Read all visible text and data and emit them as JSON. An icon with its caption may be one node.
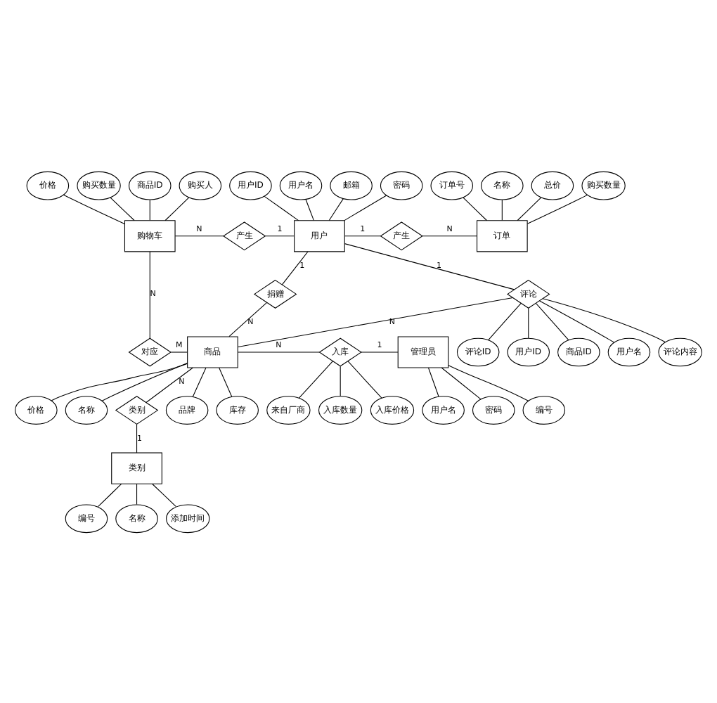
{
  "diagram": {
    "nodes": [
      {
        "text": [
          "价格"
        ]
      },
      {
        "text": [
          "购买数量"
        ]
      },
      {
        "text": [
          "商品ID"
        ]
      },
      {
        "text": [
          "购买人"
        ]
      },
      {
        "text": [
          "用户ID"
        ]
      },
      {
        "text": [
          "用户名"
        ]
      },
      {
        "text": [
          "邮箱"
        ]
      },
      {
        "text": [
          "密码"
        ]
      },
      {
        "text": [
          "订单号"
        ]
      },
      {
        "text": [
          "名称"
        ]
      },
      {
        "text": [
          "总价"
        ]
      },
      {
        "text": [
          "购买数量"
        ]
      },
      {
        "text": [
          "购物车"
        ]
      },
      {
        "text": [
          "产生"
        ]
      },
      {
        "text": [
          "用户"
        ]
      },
      {
        "text": [
          "产生"
        ]
      },
      {
        "text": [
          "订单"
        ]
      },
      {
        "text": [
          "评论ID"
        ]
      },
      {
        "text": [
          "用户ID"
        ]
      },
      {
        "text": [
          "捐赠"
        ]
      },
      {
        "text": [
          "评论"
        ]
      },
      {
        "text": [
          "商品ID"
        ]
      },
      {
        "text": [
          "用户名"
        ]
      },
      {
        "text": [
          "评论内容"
        ]
      },
      {
        "text": [
          "对应"
        ]
      },
      {
        "text": [
          "商品"
        ]
      },
      {
        "text": [
          "入库"
        ]
      },
      {
        "text": [
          "管理员"
        ]
      },
      {
        "text": [
          "密码"
        ]
      },
      {
        "text": [
          "编号"
        ]
      },
      {
        "text": [
          "库存"
        ]
      },
      {
        "text": [
          "价格"
        ]
      },
      {
        "text": [
          "用户名"
        ]
      },
      {
        "text": [
          "名称"
        ]
      },
      {
        "text": [
          "类别"
        ]
      },
      {
        "text": [
          "品牌"
        ]
      },
      {
        "text": [
          "入库数量"
        ]
      },
      {
        "text": [
          "入库价格"
        ]
      },
      {
        "text": [
          "来自厂商"
        ]
      },
      {
        "text": [
          "类别"
        ]
      },
      {
        "text": [
          "编号"
        ]
      },
      {
        "text": [
          "名称"
        ]
      },
      {
        "text": [
          "添加时间"
        ]
      }
    ],
    "edges": [
      {
        "from": 0,
        "to": 12,
        "arrow": "none"
      },
      {
        "from": 1,
        "to": 12,
        "arrow": "none"
      },
      {
        "from": 2,
        "to": 12,
        "arrow": "none"
      },
      {
        "from": 3,
        "to": 12,
        "arrow": "none"
      },
      {
        "from": 4,
        "to": 14,
        "arrow": "none"
      },
      {
        "from": 5,
        "to": 14,
        "arrow": "none"
      },
      {
        "from": 6,
        "to": 14,
        "arrow": "none"
      },
      {
        "from": 7,
        "to": 14,
        "arrow": "none"
      },
      {
        "from": 8,
        "to": 16,
        "arrow": "none"
      },
      {
        "from": 9,
        "to": 16,
        "arrow": "none"
      },
      {
        "from": 10,
        "to": 16,
        "arrow": "none"
      },
      {
        "from": 11,
        "to": 16,
        "arrow": "none"
      },
      {
        "from": 12,
        "to": 13,
        "arrow": "none",
        "label": "N"
      },
      {
        "from": 13,
        "to": 14,
        "arrow": "none",
        "label": "1"
      },
      {
        "from": 14,
        "to": 15,
        "arrow": "none",
        "label": "1"
      },
      {
        "from": 15,
        "to": 16,
        "arrow": "none",
        "label": "N"
      },
      {
        "from": 14,
        "to": 19,
        "arrow": "none",
        "label": "1"
      },
      {
        "from": 14,
        "to": 20,
        "arrow": "none",
        "label": "1"
      },
      {
        "from": 20,
        "to": 17,
        "arrow": "none"
      },
      {
        "from": 20,
        "to": 18,
        "arrow": "none"
      },
      {
        "from": 20,
        "to": 21,
        "arrow": "none"
      },
      {
        "from": 20,
        "to": 22,
        "arrow": "none"
      },
      {
        "from": 20,
        "to": 23,
        "arrow": "none"
      },
      {
        "from": 19,
        "to": 25,
        "arrow": "none",
        "label": "N"
      },
      {
        "from": 20,
        "to": 25,
        "arrow": "none",
        "label": "N"
      },
      {
        "from": 12,
        "to": 24,
        "arrow": "none",
        "label": "N"
      },
      {
        "from": 24,
        "to": 25,
        "arrow": "none",
        "label": "M"
      },
      {
        "from": 25,
        "to": 26,
        "arrow": "none",
        "label": "N"
      },
      {
        "from": 26,
        "to": 27,
        "arrow": "none",
        "label": "1"
      },
      {
        "from": 27,
        "to": 28,
        "arrow": "none"
      },
      {
        "from": 27,
        "to": 29,
        "arrow": "none"
      },
      {
        "from": 27,
        "to": 32,
        "arrow": "none"
      },
      {
        "from": 25,
        "to": 30,
        "arrow": "none"
      },
      {
        "from": 25,
        "to": 33,
        "arrow": "none"
      },
      {
        "from": 25,
        "to": 31,
        "arrow": "none"
      },
      {
        "from": 25,
        "to": 35,
        "arrow": "none"
      },
      {
        "from": 25,
        "to": 34,
        "arrow": "none",
        "label": "N"
      },
      {
        "from": 34,
        "to": 39,
        "arrow": "none",
        "label": "1"
      },
      {
        "from": 26,
        "to": 36,
        "arrow": "none"
      },
      {
        "from": 26,
        "to": 37,
        "arrow": "none"
      },
      {
        "from": 26,
        "to": 38,
        "arrow": "none"
      },
      {
        "from": 39,
        "to": 40,
        "arrow": "none"
      },
      {
        "from": 39,
        "to": 41,
        "arrow": "none"
      },
      {
        "from": 39,
        "to": 42,
        "arrow": "none"
      }
    ]
  }
}
